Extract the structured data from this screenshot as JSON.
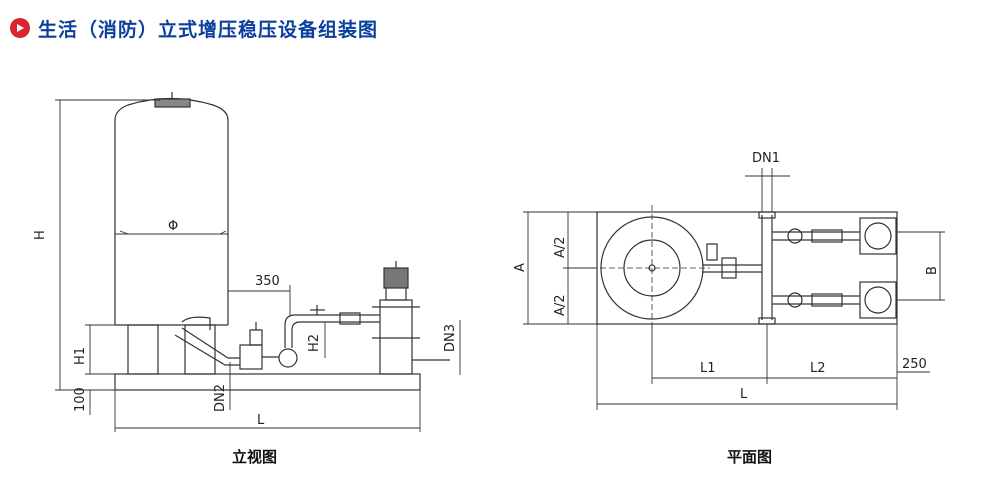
{
  "header": {
    "title": "生活（消防）立式增压稳压设备组装图",
    "bullet_icon": "play-arrow-icon",
    "title_color": "#0b3f9e",
    "bullet_color": "#d9262c"
  },
  "front_view": {
    "caption": "立视图",
    "dims": {
      "H": "H",
      "phi": "Φ",
      "d350": "350",
      "H1": "H1",
      "H2": "H2",
      "DN2": "DN2",
      "DN3": "DN3",
      "d100": "100",
      "L": "L"
    }
  },
  "plan_view": {
    "caption": "平面图",
    "dims": {
      "DN1": "DN1",
      "A": "A",
      "A2_top": "A/2",
      "A2_bottom": "A/2",
      "B": "B",
      "L1": "L1",
      "L2": "L2",
      "d250": "250",
      "L": "L"
    }
  }
}
